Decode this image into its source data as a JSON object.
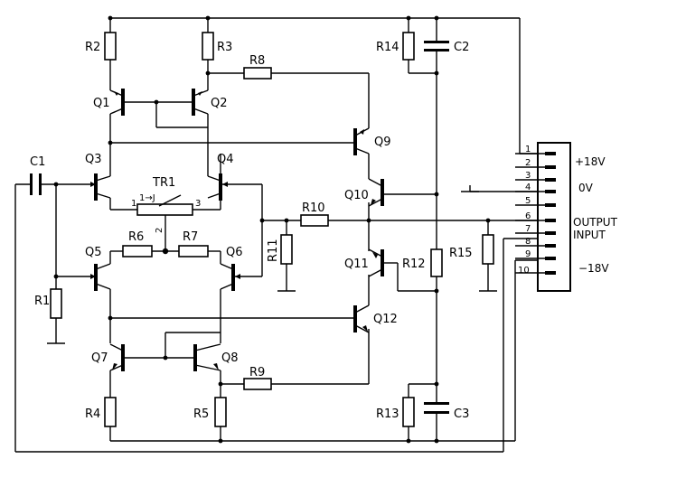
{
  "components": {
    "R1": "R1",
    "R2": "R2",
    "R3": "R3",
    "R4": "R4",
    "R5": "R5",
    "R6": "R6",
    "R7": "R7",
    "R8": "R8",
    "R9": "R9",
    "R10": "R10",
    "R11": "R11",
    "R12": "R12",
    "R13": "R13",
    "R14": "R14",
    "R15": "R15",
    "C1": "C1",
    "C2": "C2",
    "C3": "C3",
    "Q1": "Q1",
    "Q2": "Q2",
    "Q3": "Q3",
    "Q4": "Q4",
    "Q5": "Q5",
    "Q6": "Q6",
    "Q7": "Q7",
    "Q8": "Q8",
    "Q9": "Q9",
    "Q10": "Q10",
    "Q11": "Q11",
    "Q12": "Q12",
    "TR1": "TR1"
  },
  "trimmer_pins": {
    "p1": "1",
    "p2": "2",
    "p3": "3",
    "arrow": "1→J"
  },
  "connector": {
    "pins": [
      "1",
      "2",
      "3",
      "4",
      "5",
      "6",
      "7",
      "8",
      "9",
      "10"
    ],
    "labels": {
      "plus18": "+18V",
      "zero": "0V",
      "output": "OUTPUT",
      "input": "INPUT",
      "minus18": "−18V"
    }
  }
}
